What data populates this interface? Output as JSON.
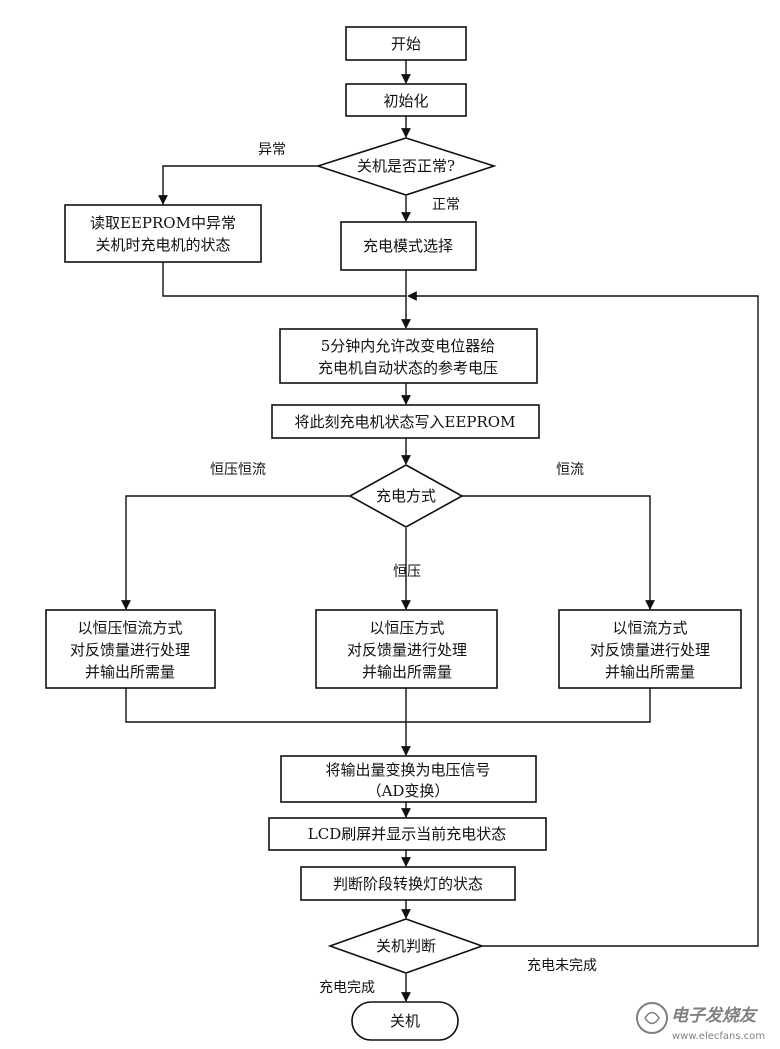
{
  "nodes": {
    "start": "开始",
    "init": "初始化",
    "shutdown_check": "关机是否正常?",
    "read_eeprom": [
      "读取EEPROM中异常",
      "关机时充电机的状态"
    ],
    "mode_select": "充电模式选择",
    "adjust_voltage": [
      "5分钟内允许改变电位器给",
      "充电机自动状态的参考电压"
    ],
    "write_eeprom": "将此刻充电机状态写入EEPROM",
    "charge_method": "充电方式",
    "cc_cv_process": [
      "以恒压恒流方式",
      "对反馈量进行处理",
      "并输出所需量"
    ],
    "cv_process": [
      "以恒压方式",
      "对反馈量进行处理",
      "并输出所需量"
    ],
    "cc_process": [
      "以恒流方式",
      "对反馈量进行处理",
      "并输出所需量"
    ],
    "convert_output": [
      "将输出量变换为电压信号",
      "（AD变换）"
    ],
    "lcd_refresh": "LCD刷屏并显示当前充电状态",
    "stage_lights": "判断阶段转换灯的状态",
    "shutdown_judge": "关机判断",
    "end": "关机"
  },
  "edge_labels": {
    "abnormal": "异常",
    "normal": "正常",
    "cc_cv": "恒压恒流",
    "cv": "恒压",
    "cc": "恒流",
    "not_complete": "充电未完成",
    "complete": "充电完成"
  },
  "watermark": {
    "text": "电子发烧友",
    "url": "www.elecfans.com"
  }
}
